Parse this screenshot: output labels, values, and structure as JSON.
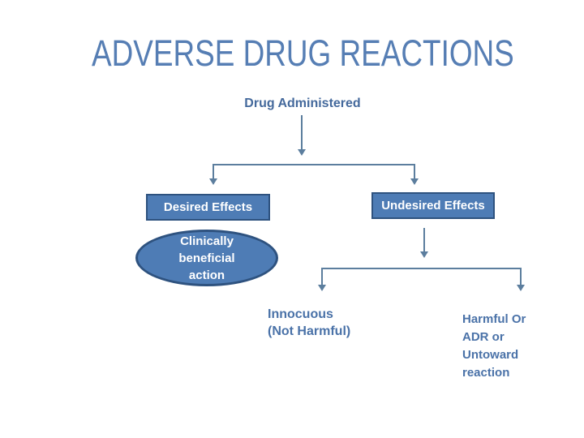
{
  "slide": {
    "title": "ADVERSE DRUG REACTIONS",
    "background_color": "#FFFFFF"
  },
  "diagram": {
    "root_label": "Drug Administered",
    "branches": {
      "desired": {
        "label": "Desired Effects"
      },
      "undesired": {
        "label": "Undesired Effects"
      }
    },
    "desired_outcome": {
      "lines": [
        "Clinically",
        "beneficial",
        "action"
      ]
    },
    "undesired_outcomes": {
      "innocuous": {
        "lines": [
          "Innocuous",
          "(Not Harmful)"
        ]
      },
      "harmful": {
        "lines": [
          "Harmful Or",
          "ADR or",
          "Untoward",
          "reaction"
        ]
      }
    }
  },
  "colors": {
    "title_text": "#567EB4",
    "label_text": "#44699C",
    "outcome_text": "#4A72A8",
    "node_fill": "#4E7CB5",
    "node_border": "#2E527F",
    "node_text": "#FFFFFF",
    "connector": "#5C7E9E"
  }
}
